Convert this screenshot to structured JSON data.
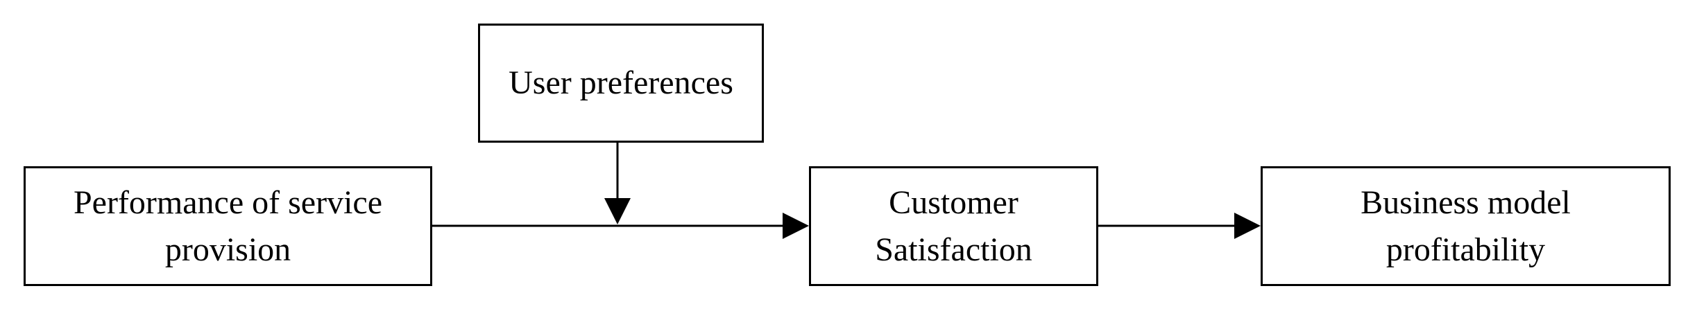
{
  "diagram": {
    "nodes": {
      "user_preferences": {
        "lines": [
          "User preferences"
        ]
      },
      "performance": {
        "lines": [
          "Performance of service",
          "provision"
        ]
      },
      "satisfaction": {
        "lines": [
          "Customer",
          "Satisfaction"
        ]
      },
      "profitability": {
        "lines": [
          "Business model",
          "profitability"
        ]
      }
    },
    "edges": [
      {
        "from": "performance",
        "to": "satisfaction"
      },
      {
        "from": "user_preferences",
        "to": "performance-satisfaction-link"
      },
      {
        "from": "satisfaction",
        "to": "profitability"
      }
    ],
    "colors": {
      "stroke": "#000000",
      "fill": "#ffffff"
    }
  }
}
